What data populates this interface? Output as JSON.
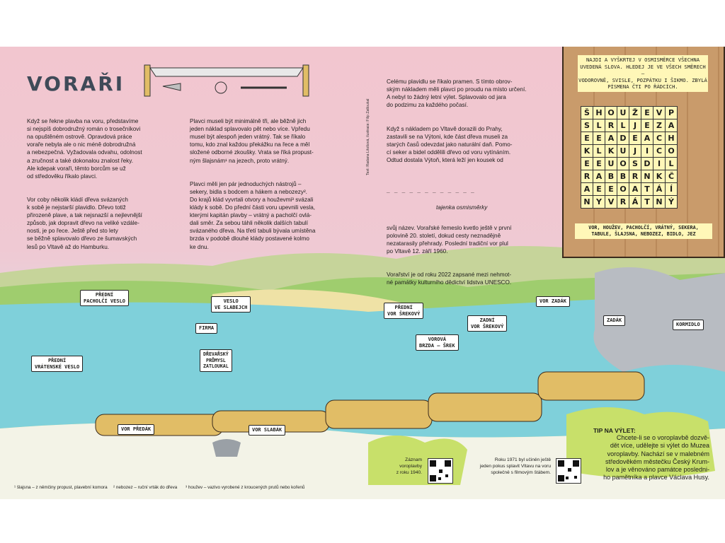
{
  "title": "VORAŘI",
  "col1": [
    "Když se řekne plavba na voru, představíme\nsi nejspíš dobrodružný román o trosečníkovi\nna opuštěném ostrově. Opravdová práce\nvoraře nebyla ale o nic méně dobrodružná\na nebezpečná. Vyžadovala odvahu, odolnost\na zručnost a také dokonalou znalost řeky.\nAle kdepak voraři, těmto borcům se už\nod středověku říkalo plavci.",
    "Vor coby několik kládí dřeva svázaných\nk sobě je nejstarší plavidlo. Dřevo totiž\npřirozeně plave, a tak nejsnazší a nejlevnější\nzpůsob, jak dopravit dřevo na veliké vzdále-\nnosti, je po řece. Ještě před sto lety\nse běžně splavovalo dřevo ze šumavských\nlesů po Vltavě až do Hamburku."
  ],
  "col2": [
    "Plavci museli být minimálně tři, ale běžně jich\njeden náklad splavovalo pět nebo více. Vpředu\nmusel být alespoň jeden vrátný. Tak se říkalo\ntomu, kdo znal každou překážku na řece a měl\nsložené odborné zkoušky. Vrata se říká propust-\nným šlajsnám¹ na jezech, proto vrátný.",
    "Plavci měli jen pár jednoduchých nástrojů –\nsekery, bidla s bodcem a hákem a nebozezy².\nDo krajů klád vyvrtali otvory a houževmi³ svázali\nklády k sobě. Do přední části voru upevnili vesla,\nkterými kapitán plavby – vrátný a pacholčí ovlá-\ndali směr. Za sebou táhli několik dalších tabulí\nsvázaného dřeva. Na třetí tabuli bývala umístěna\nbrzda v podobě dlouhé klády postavené kolmo\nke dnu."
  ],
  "col3": [
    "Celému plavidlu se říkalo pramen. S tímto obrov-\nským nákladem měli plavci po proudu na místo určení.\nA nebyl to žádný letní výlet. Splavovalo od jara\ndo podzimu za každého počasí.",
    "Když s nákladem po Vltavě dorazili do Prahy,\nzastavili se na Výtoni, kde část dřeva museli za\nstarých časů odevzdat jako naturální daň. Pomo-\ncí seker a bidel oddělili dřevo od voru vytínáním.\nOdtud dostala Výtoň, která leží jen kousek od"
  ],
  "blank": "_ _ _ _ _ _    _ _ _ _ _ _",
  "blank_caption": "tajenka osmisměrky",
  "col3b": [
    "svůj název. Vorařské řemeslo kvetlo ještě v první\npolovině 20. století, dokud cesty neznadějně\nnezatarasily přehrady. Poslední tradiční vor plul\npo Vltavě 12. září 1960.",
    "Vorařství je od roku 2022 zapsané mezi nehmot-\nné památky kulturního dědictví lidstva UNESCO."
  ],
  "credit": "Text: Radana Litošová, ilustrace: Filip Zatloukal",
  "puzzle": {
    "instructions": "NAJDI A VYŠKRTEJ V OSMISMĚRCE VŠECHNA\nUVEDENÁ SLOVA. HLEDEJ JE VE VŠECH SMĚRECH –\nVODOROVNĚ, SVISLE, POZPÁTKU I ŠIKMO. ZBYLÁ\nPÍSMENA ČTI PO ŘÁDCÍCH.",
    "grid": [
      [
        "Š",
        "H",
        "O",
        "U",
        "Ž",
        "E",
        "V",
        "P"
      ],
      [
        "S",
        "L",
        "R",
        "L",
        "J",
        "E",
        "Z",
        "A"
      ],
      [
        "E",
        "E",
        "A",
        "D",
        "E",
        "A",
        "C",
        "H"
      ],
      [
        "K",
        "L",
        "K",
        "U",
        "J",
        "I",
        "C",
        "O"
      ],
      [
        "E",
        "E",
        "U",
        "O",
        "S",
        "D",
        "I",
        "L"
      ],
      [
        "R",
        "A",
        "B",
        "B",
        "R",
        "N",
        "K",
        "Č"
      ],
      [
        "A",
        "E",
        "E",
        "O",
        "A",
        "T",
        "Á",
        "Í"
      ],
      [
        "N",
        "Y",
        "V",
        "R",
        "Á",
        "T",
        "N",
        "Ý"
      ]
    ],
    "words": "VOR, HOUŽEV, PACHOLČÍ, VRÁTNÝ, SEKERA,\nTABULE, ŠLAJSNA, NEBOZEZ, BIDLO, JEZ"
  },
  "labels": {
    "predni_pacholci_veslo": "PŘEDNÍ\nPACHOLČÍ VESLO",
    "veslo_ve_slabejch": "VESLO\nVE SLABEJCH",
    "firma": "FIRMA",
    "predni_vratenske_veslo": "PŘEDNÍ\nVRÁTENSKÉ VESLO",
    "predni_vor_srekovy": "PŘEDNÍ\nVOR ŠREKOVÝ",
    "vorova_brzda": "VOROVÁ\nBRZDA – ŠREK",
    "zadni_vor_srekovy": "ZADNÍ\nVOR ŠREKOVÝ",
    "vor_zadak": "VOR ZADÁK",
    "zadak": "ZADÁK",
    "kormidlo": "KORMIDLO",
    "vor_predak": "VOR PŘEDÁK",
    "vor_slabak": "VOR SLABÁK",
    "sign": "DŘEVAŘSKÝ\nPRŮMYSL\nZATLOUKAL"
  },
  "footnotes": [
    "¹ šlajsna – z němčiny propust, plavební komora",
    "² nebozez – ruční vrták do dřeva",
    "³ houžev – vazivo vyrobené z kroucených prutů nebo kořenů"
  ],
  "qr1": "Záznam\nvoroplavby\nz roku 1940.",
  "qr2": "Roku 1971 byl učiněn ještě\njeden pokus splavit Vltavu na voru\nspolečně s filmovým štábem.",
  "tip": {
    "heading": "TIP NA VÝLET:",
    "body": "Chcete-li se o voroplavbě dozvě-\ndět více, udělejte si výlet do Muzea\nvoroplavby. Nachází se v malebném\nstředověkém městečku Český Krum-\nlov a je věnováno památce posledni-\nho pamětníka a plavce Václava Husy."
  },
  "colors": {
    "title": "#3f4a58",
    "river": "#7fd0da",
    "logs": "#e1bd66",
    "hills": "#9fcd6e",
    "puzzle_paper": "#fff7b8"
  }
}
